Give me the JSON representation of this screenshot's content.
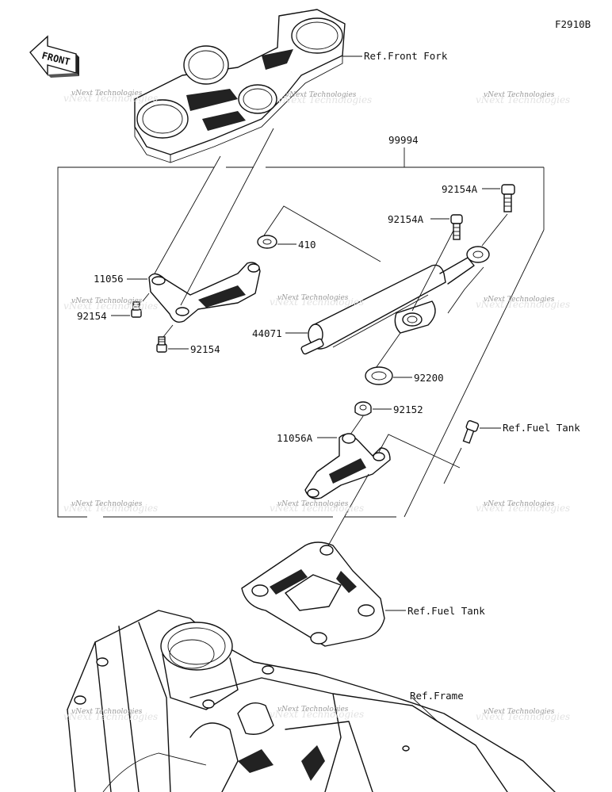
{
  "diagram_code": "F2910B",
  "front_label": "FRONT",
  "watermark": "vNext Technologies",
  "assembly_number": "99994",
  "callouts": {
    "ref_front_fork": "Ref.Front Fork",
    "ref_fuel_tank_top": "Ref.Fuel Tank",
    "ref_fuel_tank_bottom": "Ref.Fuel Tank",
    "ref_frame": "Ref.Frame",
    "p92154A_a": "92154A",
    "p92154A_b": "92154A",
    "p410": "410",
    "p11056": "11056",
    "p92154_a": "92154",
    "p92154_b": "92154",
    "p44071": "44071",
    "p92200": "92200",
    "p92152": "92152",
    "p11056A": "11056A"
  }
}
